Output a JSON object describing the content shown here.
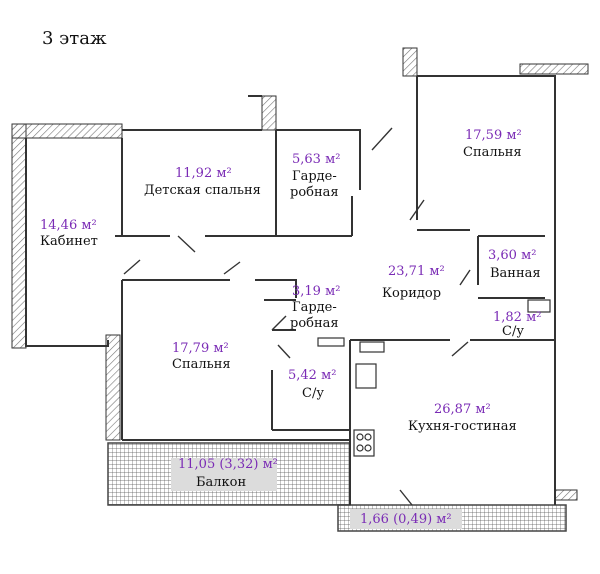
{
  "floor": {
    "title": "3 этаж"
  },
  "colors": {
    "wall": "#444444",
    "area_text": "#7a2bb5",
    "balcony_fill": "#dcdcdc",
    "hatch": "#888888"
  },
  "rooms": [
    {
      "id": "office",
      "area": "14,46 м²",
      "name": "Кабинет"
    },
    {
      "id": "kids-bedroom",
      "area": "11,92 м²",
      "name": "Детская спальня"
    },
    {
      "id": "wardrobe-1",
      "area": "5,63 м²",
      "name_lines": [
        "Гарде-",
        "робная"
      ]
    },
    {
      "id": "bedroom-top",
      "area": "17,59 м²",
      "name": "Спальня"
    },
    {
      "id": "bathroom",
      "area": "3,60 м²",
      "name": "Ванная"
    },
    {
      "id": "corridor",
      "area": "23,71 м²",
      "name": "Коридор"
    },
    {
      "id": "wardrobe-2",
      "area": "3,19 м²",
      "name_lines": [
        "Гарде-",
        "робная"
      ]
    },
    {
      "id": "wc-1",
      "area": "1,82 м²",
      "name": "С/у"
    },
    {
      "id": "bedroom-bottom",
      "area": "17,79 м²",
      "name": "Спальня"
    },
    {
      "id": "wc-2",
      "area": "5,42 м²",
      "name": "С/у"
    },
    {
      "id": "kitchen-living",
      "area": "26,87 м²",
      "name": "Кухня-гостиная"
    }
  ],
  "balconies": [
    {
      "id": "balcony-main",
      "area": "11,05  (3,32) м²",
      "name": "Балкон"
    },
    {
      "id": "balcony-small",
      "area": "1,66   (0,49) м²"
    }
  ]
}
